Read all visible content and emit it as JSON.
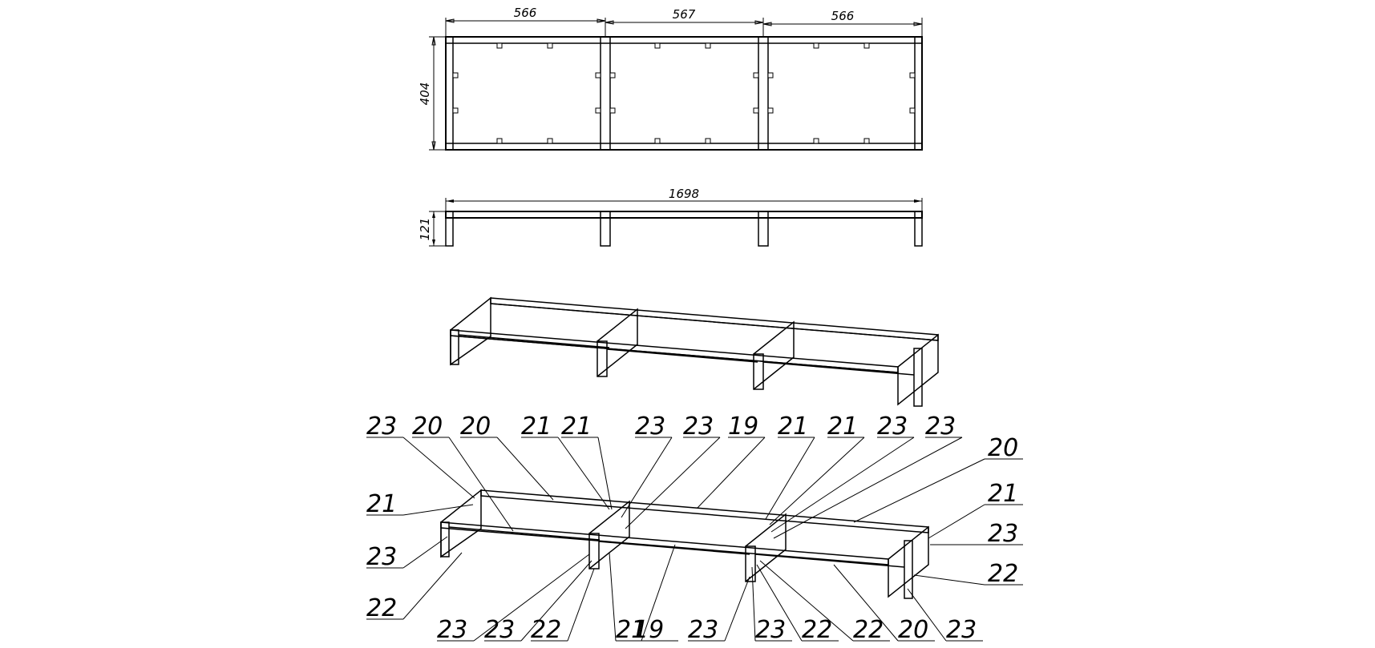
{
  "drawing": {
    "top_view": {
      "dims": {
        "d1": "566",
        "d2": "567",
        "d3": "566",
        "depth": "404"
      }
    },
    "front_view": {
      "dims": {
        "length": "1698",
        "height": "121"
      }
    },
    "callouts": {
      "top_row": [
        "23",
        "20",
        "20",
        "21",
        "21",
        "23",
        "23",
        "19",
        "21",
        "21",
        "23",
        "23"
      ],
      "left_col": [
        "21",
        "23",
        "22"
      ],
      "right_col": [
        "20",
        "21",
        "23",
        "22"
      ],
      "bottom_row": [
        "23",
        "23",
        "22",
        "21",
        "19",
        "23",
        "23",
        "22",
        "22",
        "20",
        "23"
      ]
    }
  }
}
